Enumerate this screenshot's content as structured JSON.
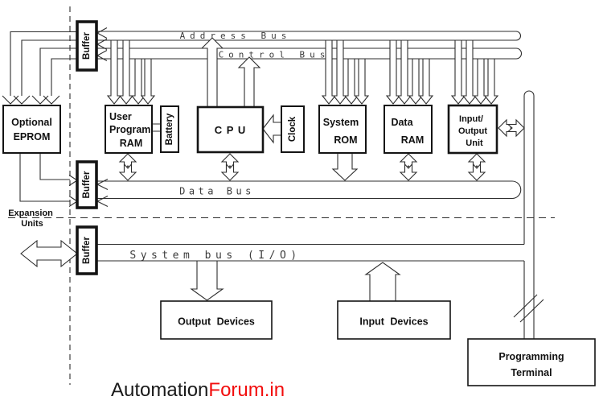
{
  "diagram": {
    "bus_labels": {
      "address": "Address Bus",
      "control": "Control Bus",
      "data": "Data Bus",
      "system": "System bus (I/O)"
    },
    "blocks": {
      "buffer": "Buffer",
      "eprom": {
        "line1": "Optional",
        "line2": "EPROM"
      },
      "user_ram": {
        "line1": "User",
        "line2": "Program",
        "line3": "RAM"
      },
      "battery": "Battery",
      "cpu": "C P U",
      "clock": "Clock",
      "system_rom": {
        "line1": "System",
        "line2": "ROM"
      },
      "data_ram": {
        "line1": "Data",
        "line2": "RAM"
      },
      "io_unit": {
        "line1": "Input/",
        "line2": "Output",
        "line3": "Unit"
      },
      "output_devices": "Output Devices",
      "input_devices": "Input Devices",
      "programming_terminal": {
        "line1": "Programming",
        "line2": "Terminal"
      }
    },
    "annotations": {
      "expansion": {
        "line1": "Expansion",
        "line2": "Units"
      }
    },
    "watermark": {
      "part1": "Automation",
      "part2": "Forum.in",
      "part1_color": "#1a1a1a",
      "part2_color": "#f20d0d"
    }
  }
}
